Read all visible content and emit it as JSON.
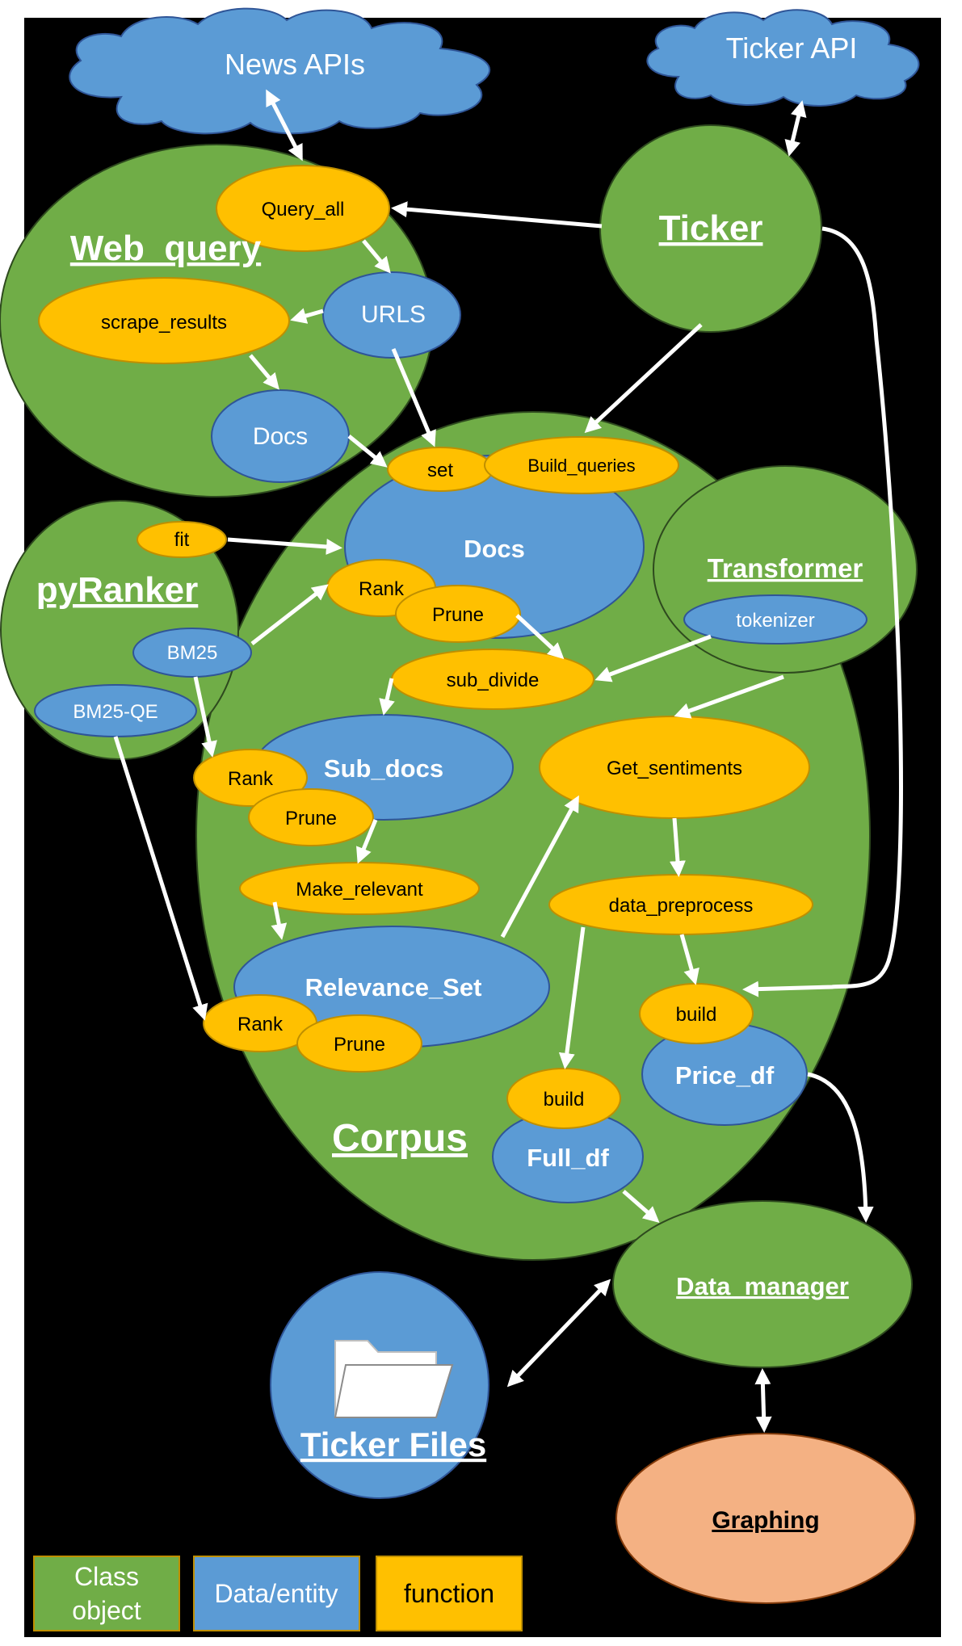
{
  "clouds": {
    "news_apis": "News APIs",
    "ticker_api": "Ticker API"
  },
  "classes": {
    "web_query": "Web_query",
    "ticker": "Ticker",
    "py_ranker": "pyRanker",
    "transformer": "Transformer",
    "corpus": "Corpus",
    "data_manager": "Data_manager"
  },
  "functions": {
    "query_all": "Query_all",
    "scrape_results": "scrape_results",
    "set": "set",
    "build_queries": "Build_queries",
    "fit": "fit",
    "rank_docs": "Rank",
    "prune_docs": "Prune",
    "sub_divide": "sub_divide",
    "rank_sub": "Rank",
    "prune_sub": "Prune",
    "make_relevant": "Make_relevant",
    "rank_rel": "Rank",
    "prune_rel": "Prune",
    "get_sentiments": "Get_sentiments",
    "data_preprocess": "data_preprocess",
    "build_price": "build",
    "build_full": "build"
  },
  "entities": {
    "urls": "URLS",
    "docs_web": "Docs",
    "docs_corpus": "Docs",
    "bm25": "BM25",
    "bm25_qe": "BM25-QE",
    "tokenizer": "tokenizer",
    "sub_docs": "Sub_docs",
    "relevance_set": "Relevance_Set",
    "price_df": "Price_df",
    "full_df": "Full_df",
    "ticker_files": "Ticker Files"
  },
  "graphing": "Graphing",
  "legend": {
    "class_line1": "Class",
    "class_line2": "object",
    "data": "Data/entity",
    "function": "function"
  },
  "colors": {
    "class_object": "#70ad47",
    "data_entity": "#5b9bd5",
    "function": "#ffc000",
    "graphing": "#f4b183",
    "background": "#000000"
  },
  "icons": {
    "ticker_files": "folder-icon"
  }
}
